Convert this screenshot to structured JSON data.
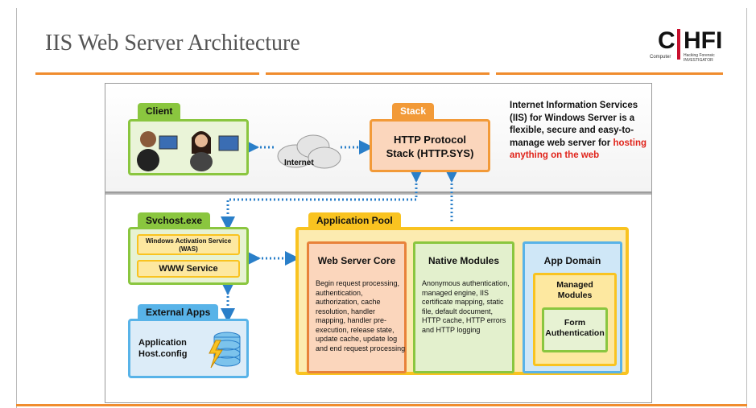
{
  "slide": {
    "title": "IIS Web Server Architecture",
    "logo": {
      "letter_c": "C",
      "letters_hfi": "HFI",
      "sub_left": "Computer",
      "sub_right_1": "Hacking Forensic",
      "sub_right_2": "INVESTIGATOR"
    }
  },
  "colors": {
    "accent_orange": "#f08c2e",
    "green": "#8ac63f",
    "orange": "#f29a38",
    "yellow": "#f9c320",
    "blue": "#58b3e8",
    "highlight_red": "#e0241b"
  },
  "client": {
    "label": "Client"
  },
  "internet": {
    "label": "Internet"
  },
  "stack": {
    "label": "Stack",
    "text": "HTTP Protocol\nStack (HTTP.SYS)"
  },
  "description": {
    "text": "Internet Information Services (IIS) for Windows Server is a flexible, secure and easy-to-manage web server for ",
    "highlight": "hosting anything on the web"
  },
  "svchost": {
    "label": "Svchost.exe",
    "was": "Windows Activation Service (WAS)",
    "www": "WWW Service"
  },
  "external_apps": {
    "label": "External Apps",
    "text": "Application\nHost.config"
  },
  "app_pool": {
    "label": "Application Pool",
    "web_server_core": {
      "title": "Web Server Core",
      "body": "Begin request processing, authentication, authorization, cache resolution, handler mapping, handler pre-execution, release state, update cache, update log and end request processing"
    },
    "native_modules": {
      "title": "Native Modules",
      "body": "Anonymous authentication, managed engine, IIS certificate mapping, static file, default document, HTTP cache, HTTP errors and HTTP logging"
    },
    "app_domain": {
      "title": "App Domain",
      "managed_modules": "Managed\nModules",
      "form_auth": "Form\nAuthentication"
    }
  }
}
